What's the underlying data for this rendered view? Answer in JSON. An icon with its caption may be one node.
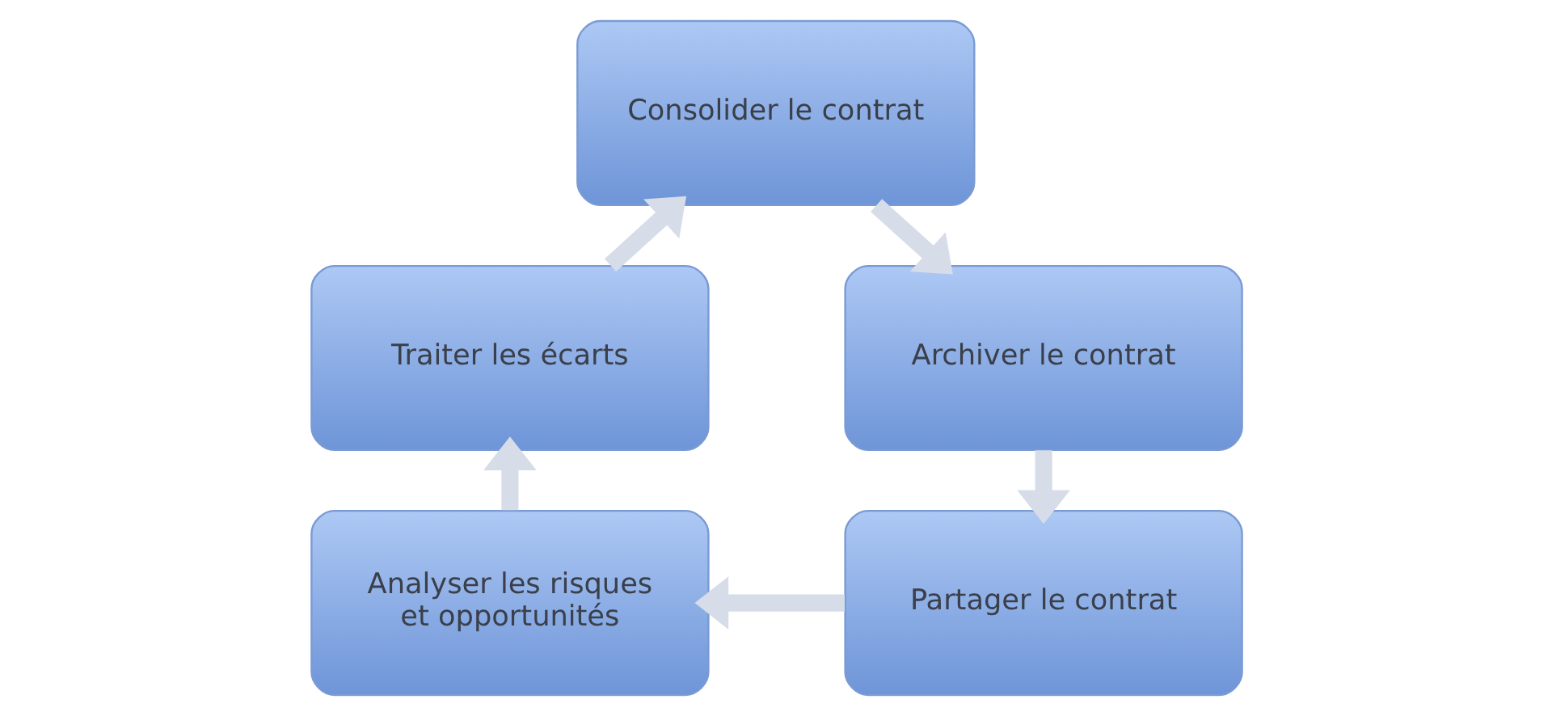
{
  "diagram": {
    "nodes": [
      {
        "text": [
          "Consolider le contrat"
        ]
      },
      {
        "text": [
          "Traiter les écarts"
        ]
      },
      {
        "text": [
          "Archiver le contrat"
        ]
      },
      {
        "text": [
          "Analyser les risques et opportunités"
        ]
      },
      {
        "text": [
          "Partager le contrat"
        ]
      }
    ],
    "edges": [
      {
        "from": 0,
        "to": 2,
        "arrow": "to"
      },
      {
        "from": 2,
        "to": 4,
        "arrow": "to"
      },
      {
        "from": 4,
        "to": 3,
        "arrow": "to"
      },
      {
        "from": 3,
        "to": 1,
        "arrow": "to"
      },
      {
        "from": 1,
        "to": 0,
        "arrow": "to"
      }
    ]
  }
}
